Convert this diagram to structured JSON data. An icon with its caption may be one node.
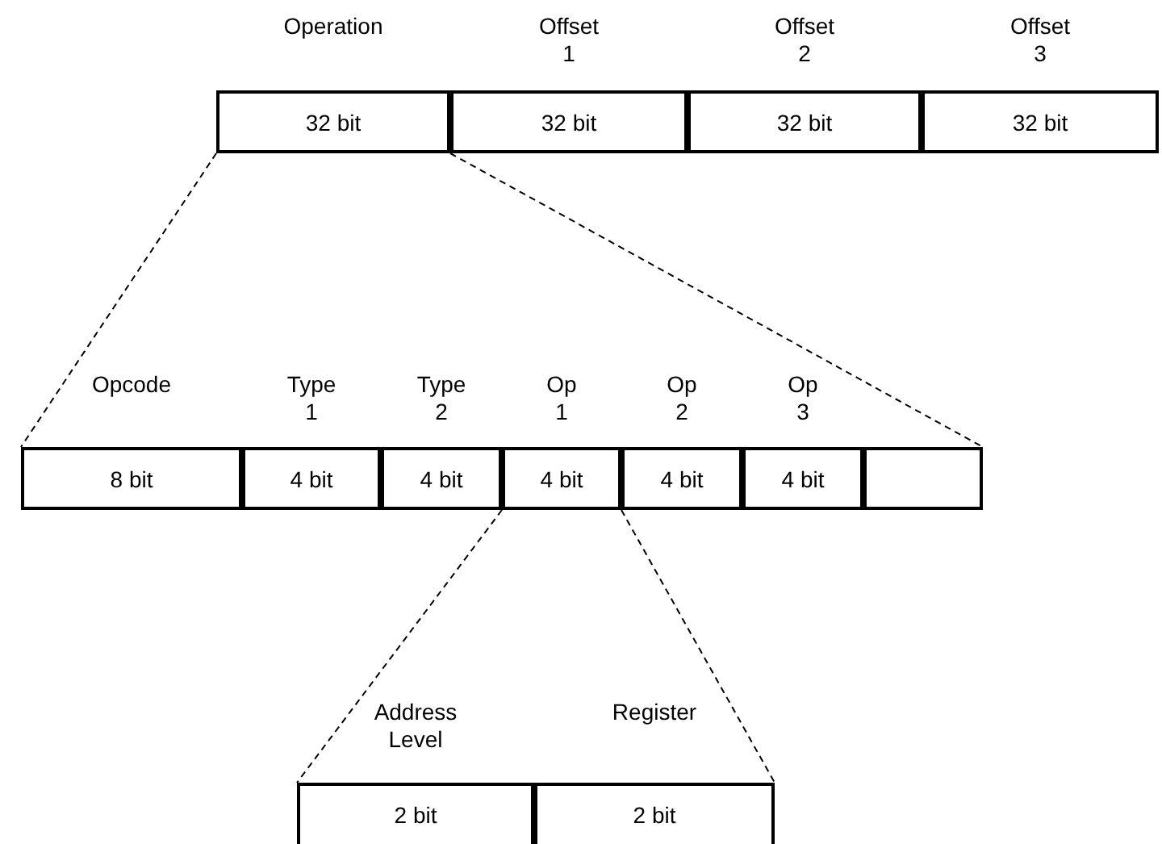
{
  "diagram": {
    "nodes": [
      {
        "text": [
          "Operation",
          "32 bit"
        ]
      },
      {
        "text": [
          "Offset 1",
          "32 bit"
        ]
      },
      {
        "text": [
          "Offset 2",
          "32 bit"
        ]
      },
      {
        "text": [
          "Offset 3",
          "32 bit"
        ]
      },
      {
        "text": [
          "Opcode",
          "8 bit"
        ]
      },
      {
        "text": [
          "Type 1",
          "4 bit"
        ]
      },
      {
        "text": [
          "Type 2",
          "4 bit"
        ]
      },
      {
        "text": [
          "Op 1",
          "4 bit"
        ]
      },
      {
        "text": [
          "Op 2",
          "4 bit"
        ]
      },
      {
        "text": [
          "Op 3",
          "4 bit"
        ]
      },
      {
        "text": [],
        "shape": "box"
      },
      {
        "text": [
          "Address Level",
          "2 bit"
        ]
      },
      {
        "text": [
          "Register",
          "2 bit"
        ]
      }
    ],
    "edges": [
      {
        "from": 0,
        "to": 4,
        "arrow": "none",
        "style": "dashed"
      },
      {
        "from": 0,
        "to": 10,
        "arrow": "none",
        "style": "dashed"
      },
      {
        "from": 7,
        "to": 11,
        "arrow": "none",
        "style": "dashed"
      },
      {
        "from": 7,
        "to": 12,
        "arrow": "none",
        "style": "dashed"
      }
    ]
  }
}
